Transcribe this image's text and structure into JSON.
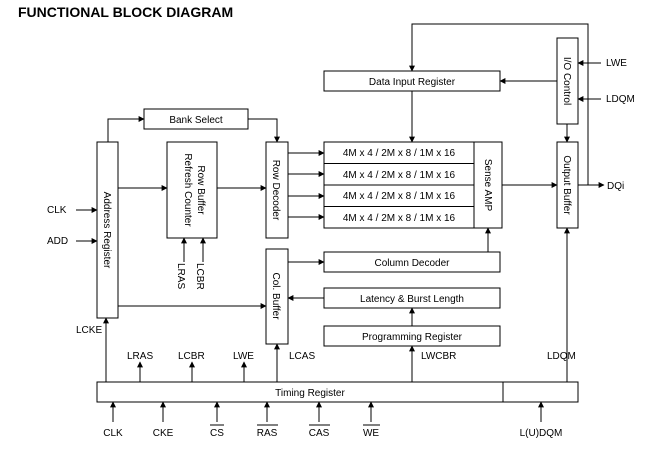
{
  "title": "FUNCTIONAL BLOCK DIAGRAM",
  "blocks": {
    "bank_select": "Bank Select",
    "address_register": "Address Register",
    "row_buffer_1": "Row Buffer",
    "row_buffer_2": "Refresh Counter",
    "row_decoder": "Row Decoder",
    "col_buffer": "Col. Buffer",
    "data_input_register": "Data Input Register",
    "io_control": "I/O Control",
    "memory_banks": [
      "4M x 4 / 2M x 8 / 1M x 16",
      "4M x 4 / 2M x 8 / 1M x 16",
      "4M x 4 / 2M x 8 / 1M x 16",
      "4M x 4 / 2M x 8 / 1M x 16"
    ],
    "sense_amp": "Sense AMP",
    "output_buffer": "Output Buffer",
    "column_decoder": "Column Decoder",
    "latency_burst_length": "Latency & Burst Length",
    "programming_register": "Programming Register",
    "timing_register": "Timing Register"
  },
  "signals": {
    "clk": "CLK",
    "add": "ADD",
    "lcke": "LCKE",
    "lras_rb": "LRAS",
    "lcbr_rb": "LCBR",
    "lras": "LRAS",
    "lcbr": "LCBR",
    "lwe": "LWE",
    "lcas": "LCAS",
    "lwcbr": "LWCBR",
    "ldqm": "LDQM",
    "lwe_io": "LWE",
    "ldqm_io": "LDQM",
    "dqi": "DQi"
  },
  "timing_inputs": [
    "CLK",
    "CKE",
    "CS",
    "RAS",
    "CAS",
    "WE"
  ],
  "timing_inputs_overbar": [
    false,
    false,
    true,
    true,
    true,
    true
  ],
  "dqm_input": "L(U)DQM"
}
